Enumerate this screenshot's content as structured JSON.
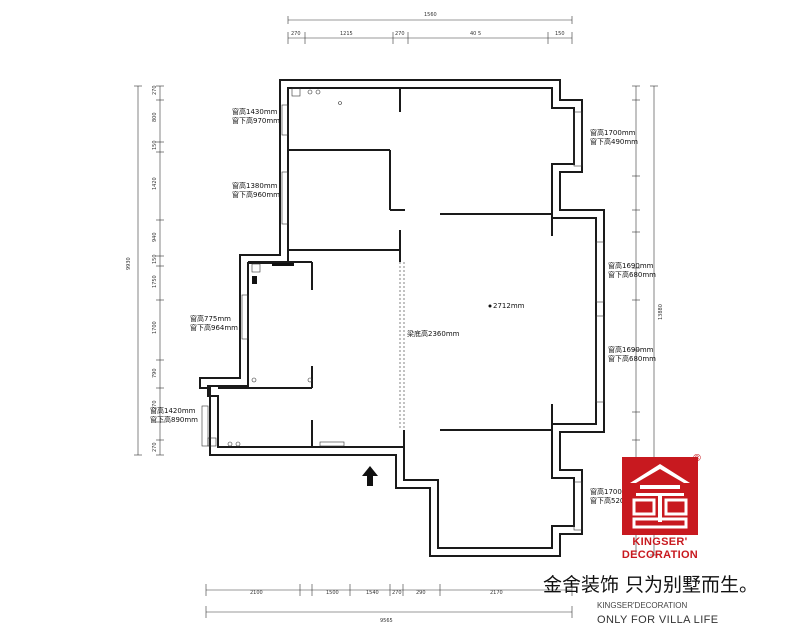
{
  "dims": {
    "top_total": "1560",
    "top_segments": [
      "270",
      "1215",
      "270",
      "40 5",
      "150"
    ],
    "bottom_segments": [
      "2100",
      "1500",
      "1540",
      "270",
      "290",
      "2170"
    ],
    "bottom_total": "9565",
    "left_total": "9930",
    "left_segments": [
      "270",
      "800",
      "150",
      "1420",
      "940",
      "150",
      "1750",
      "1700",
      "790",
      "270",
      "270"
    ],
    "right_total": "13880"
  },
  "annotations": {
    "w1_top": "窗高1430mm",
    "w1_bottom": "窗下高970mm",
    "w2_top": "窗高1380mm",
    "w2_bottom": "窗下高960mm",
    "w3_top": "窗高775mm",
    "w3_bottom": "窗下高964mm",
    "w4_top": "窗高1420mm",
    "w4_bottom": "窗下高890mm",
    "w5_top": "窗高1700mm",
    "w5_bottom": "窗下高490mm",
    "w6_top": "窗高1690mm",
    "w6_bottom": "窗下高680mm",
    "w7_top": "窗高1690mm",
    "w7_bottom": "窗下高680mm",
    "w8_top": "窗高1700mm",
    "w8_bottom": "窗下高520mm",
    "ceiling": "2712mm",
    "beam": "梁底高2360mm"
  },
  "brand": {
    "name_en": "KINGSER'",
    "name_en2": "DECORATION",
    "registered": "®",
    "slogan": "金舍装饰 只为别墅而生。",
    "sub1": "KINGSER'DECORATION",
    "sub2": "ONLY FOR VILLA LIFE",
    "color": "#c8191f"
  }
}
